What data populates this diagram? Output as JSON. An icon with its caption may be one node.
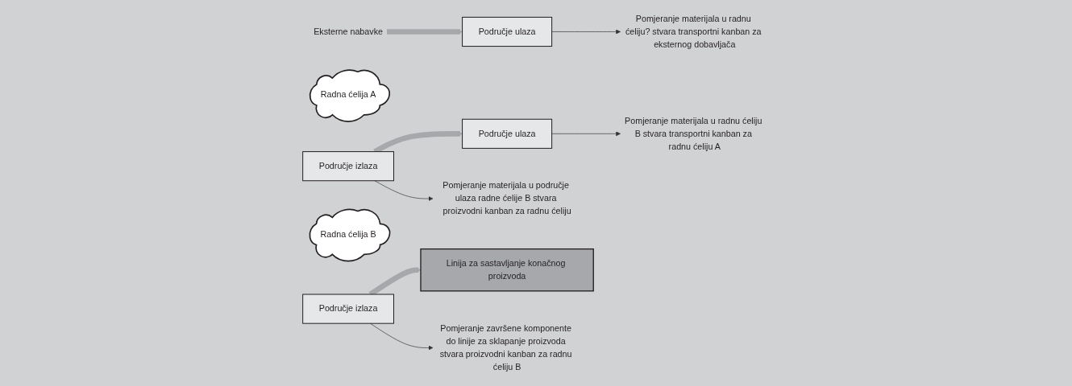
{
  "diagram": {
    "nodes": [
      {
        "text": [
          "Eksterne nabavke"
        ]
      },
      {
        "text": [
          "Područje ulaza"
        ]
      },
      {
        "text": [
          "Radna ćelija A"
        ]
      },
      {
        "text": [
          "Područje izlaza"
        ]
      },
      {
        "text": [
          "Područje ulaza"
        ]
      },
      {
        "text": [
          "Radna ćelija B"
        ]
      },
      {
        "text": [
          "Područje izlaza"
        ]
      },
      {
        "text": [
          "Linija za sastavljanje konačnog proizvoda"
        ]
      },
      {
        "text": [
          "Pomjeranje materijala u radnu ćeliju? stvara transportni kanban za eksternog dobavljača"
        ]
      },
      {
        "text": [
          "Pomjeranje materijala u područje ulaza radne ćelije B stvara proizvodni kanban za radnu ćeliju"
        ]
      },
      {
        "text": [
          "Pomjeranje materijala u radnu ćeliju B stvara transportni kanban za radnu ćeliju A"
        ]
      },
      {
        "text": [
          "Pomjeranje završene komponente do linije za sklapanje proizvoda stvara proizvodni kanban za radnu ćeliju B"
        ]
      }
    ],
    "edges": [
      {
        "from": 0,
        "to": 1,
        "arrow": "to",
        "style": "thick",
        "color": "#a7a8ab"
      },
      {
        "from": 3,
        "to": 4,
        "arrow": "to",
        "style": "thick",
        "color": "#a7a8ab"
      },
      {
        "from": 6,
        "to": 7,
        "arrow": "to",
        "style": "thick",
        "color": "#a7a8ab"
      },
      {
        "from": 1,
        "to": 8,
        "arrow": "to"
      },
      {
        "from": 3,
        "to": 9,
        "arrow": "to"
      },
      {
        "from": 4,
        "to": 10,
        "arrow": "to"
      },
      {
        "from": 6,
        "to": 11,
        "arrow": "to"
      }
    ]
  }
}
